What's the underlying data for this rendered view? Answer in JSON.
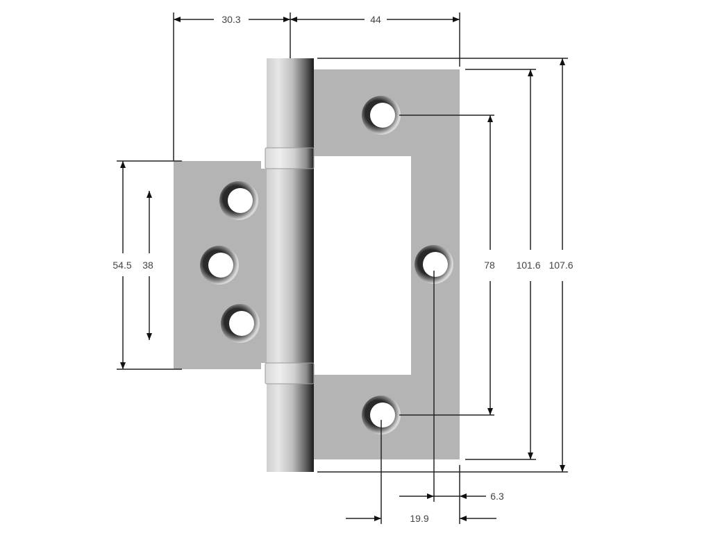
{
  "drawing": {
    "subject": "Flush hinge technical drawing",
    "units": "mm",
    "colors": {
      "background": "#ffffff",
      "leaf": "#b4b4b4",
      "dimension_line": "#222222",
      "dimension_text": "#444444",
      "hole": "#ffffff"
    },
    "dimensions": {
      "outer_leaf_width": "30.3",
      "inner_leaf_width": "44",
      "outer_leaf_height": "54.5",
      "outer_hole_spacing": "38",
      "inner_hole_spacing": "78",
      "inner_leaf_height": "101.6",
      "overall_height": "107.6",
      "hole_edge_offset": "6.3",
      "outer_hole_edge_offset": "19.9"
    },
    "parts": {
      "inner_leaf_holes": 3,
      "outer_leaf_holes": 3,
      "knuckles": 2
    }
  }
}
